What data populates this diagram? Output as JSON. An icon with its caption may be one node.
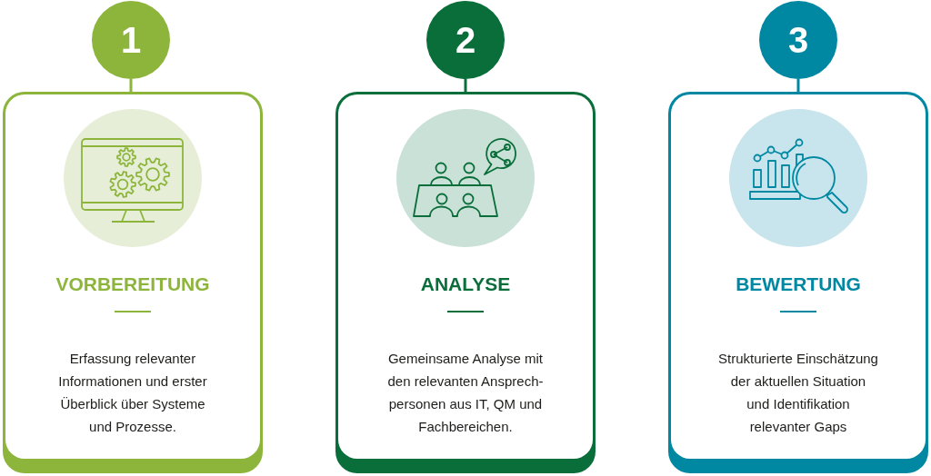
{
  "diagram": {
    "nodes": [
      {
        "text": [
          "1"
        ]
      },
      {
        "text": [
          "VORBEREITUNG",
          "Erfassung relevanter Informationen und erster Überblick über Systeme und Prozesse."
        ]
      },
      {
        "text": [
          "2"
        ]
      },
      {
        "text": [
          "ANALYSE",
          "Gemeinsame Analyse mit den relevanten Ansprech- personen aus IT, QM und Fachbereichen."
        ]
      },
      {
        "text": [
          "3"
        ]
      },
      {
        "text": [
          "BEWERTUNG",
          "Strukturierte Einschätzung der aktuellen Situation und Identifikation relevanter Gaps"
        ]
      }
    ],
    "edges": [
      {
        "from": 0,
        "to": 1,
        "arrow": "none",
        "color": "#8db53c"
      },
      {
        "from": 2,
        "to": 3,
        "arrow": "none",
        "color": "#0a6e3a"
      },
      {
        "from": 4,
        "to": 5,
        "arrow": "none",
        "color": "#0088a3"
      }
    ]
  }
}
